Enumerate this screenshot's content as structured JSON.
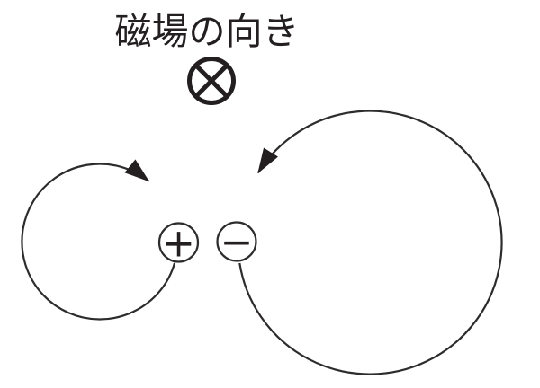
{
  "title": {
    "text": "磁場の向き"
  },
  "field": {
    "icon": "circled-x-field-into-page-icon",
    "glyph": "⊗"
  },
  "particles": {
    "positive": {
      "symbol": "+",
      "motion": "clockwise"
    },
    "negative": {
      "symbol": "−",
      "motion": "counterclockwise"
    }
  },
  "colors": {
    "background": "#ffffff",
    "line": "#2e2b2c",
    "ink": "#231f20"
  }
}
